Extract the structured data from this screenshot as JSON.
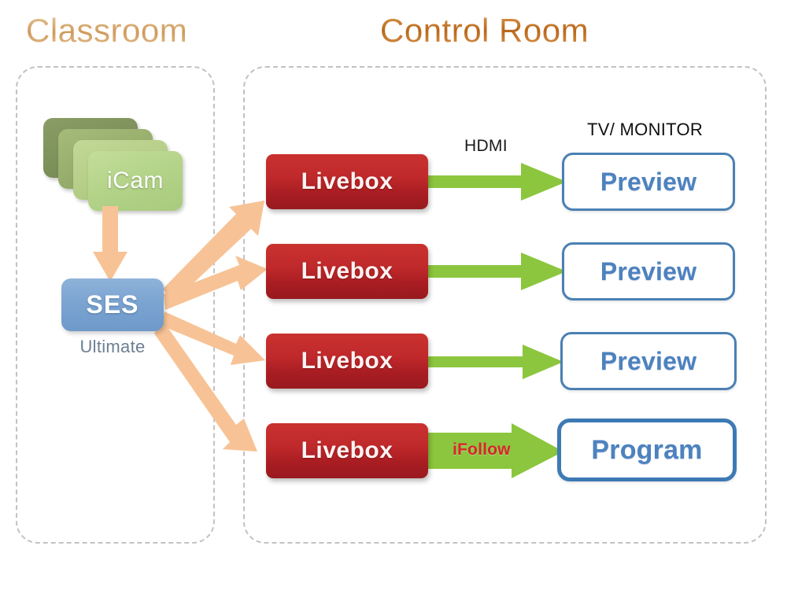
{
  "zones": {
    "classroom": {
      "title": "Classroom"
    },
    "control_room": {
      "title": "Control Room"
    }
  },
  "classroom": {
    "camera_stack": {
      "label": "iCam",
      "card_count": 4,
      "colors": [
        "#7c9059",
        "#97ad6c",
        "#b4cd87",
        "#b2d287"
      ]
    },
    "switcher": {
      "label": "SES",
      "sublabel": "Ultimate",
      "color": "#7ba4d1"
    },
    "feed_arrow_color": "#f7c396"
  },
  "control_room": {
    "column_header": "TV/ MONITOR",
    "hdmi_label": "HDMI",
    "ifollow_label": "iFollow",
    "livebox_color": "#c0292b",
    "green_arrow_color": "#8cc63e",
    "monitor_border_color": "#4a80b4",
    "monitor_text_color": "#4d82bf",
    "rows": [
      {
        "source": "Livebox",
        "link": "HDMI",
        "destination": "Preview"
      },
      {
        "source": "Livebox",
        "link": "",
        "destination": "Preview"
      },
      {
        "source": "Livebox",
        "link": "",
        "destination": "Preview"
      },
      {
        "source": "Livebox",
        "link": "iFollow",
        "destination": "Program"
      }
    ]
  },
  "accents": {
    "classroom_title": "#d4a873",
    "control_room_title": "#c07426",
    "orange_arrow": "#f7c396",
    "ifollow_text": "#d8252a"
  }
}
